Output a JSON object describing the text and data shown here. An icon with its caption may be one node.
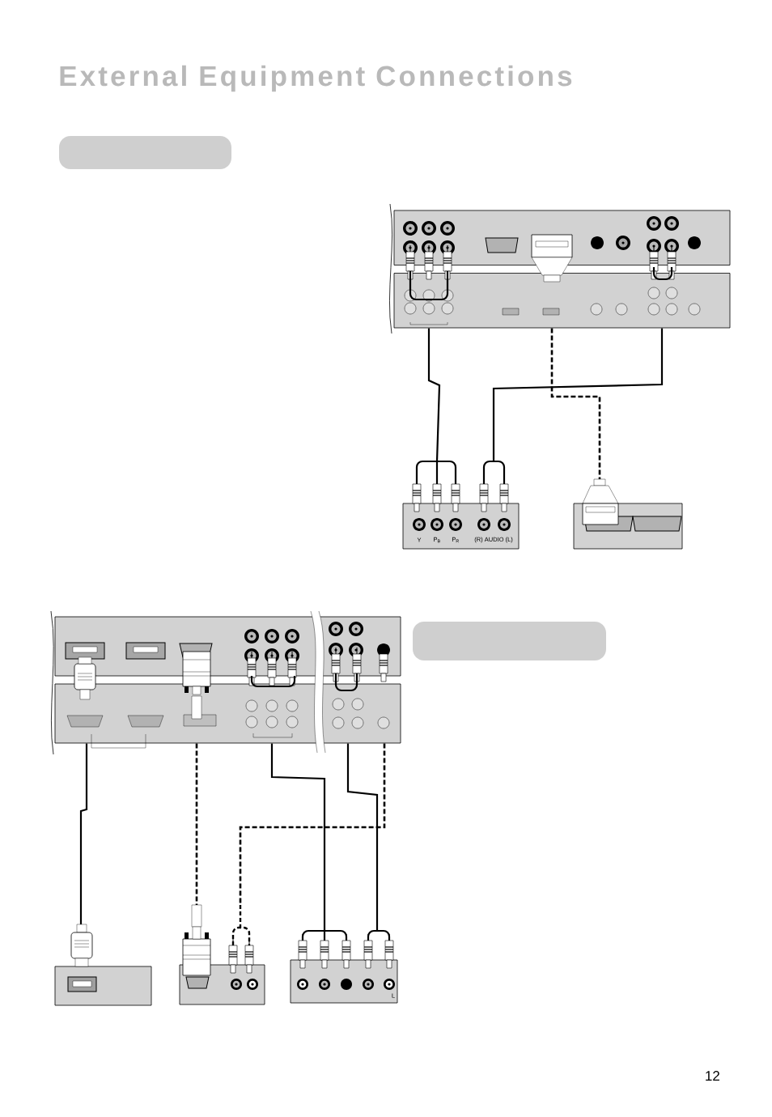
{
  "diagram": {
    "title": "External Equipment Connections",
    "nodes": [
      {
        "text": [],
        "shape": "box"
      },
      {
        "text": [],
        "shape": "box"
      },
      {
        "text": [
          "Y",
          "P$_{B}$",
          "P$_{R}$",
          "(R) AUDIO (L)"
        ]
      },
      {
        "text": [],
        "shape": "box"
      },
      {
        "text": [],
        "shape": "box"
      },
      {
        "text": [],
        "shape": "box"
      },
      {
        "text": [],
        "shape": "box"
      },
      {
        "text": [],
        "shape": "box"
      },
      {
        "text": [
          "L"
        ]
      }
    ],
    "edges": [
      {
        "from": 1,
        "to": 2,
        "arrow": "none"
      },
      {
        "from": 1,
        "to": 2,
        "arrow": "none"
      },
      {
        "from": 1,
        "to": 3,
        "arrow": "none",
        "style": "dashed"
      },
      {
        "from": 4,
        "to": 6,
        "arrow": "none"
      },
      {
        "from": 4,
        "to": 7,
        "arrow": "none",
        "style": "dashed"
      },
      {
        "from": 4,
        "to": 7,
        "arrow": "none",
        "style": "dashed"
      },
      {
        "from": 4,
        "to": 8,
        "arrow": "none"
      },
      {
        "from": 4,
        "to": 8,
        "arrow": "none"
      }
    ],
    "labels": [
      "12"
    ]
  }
}
